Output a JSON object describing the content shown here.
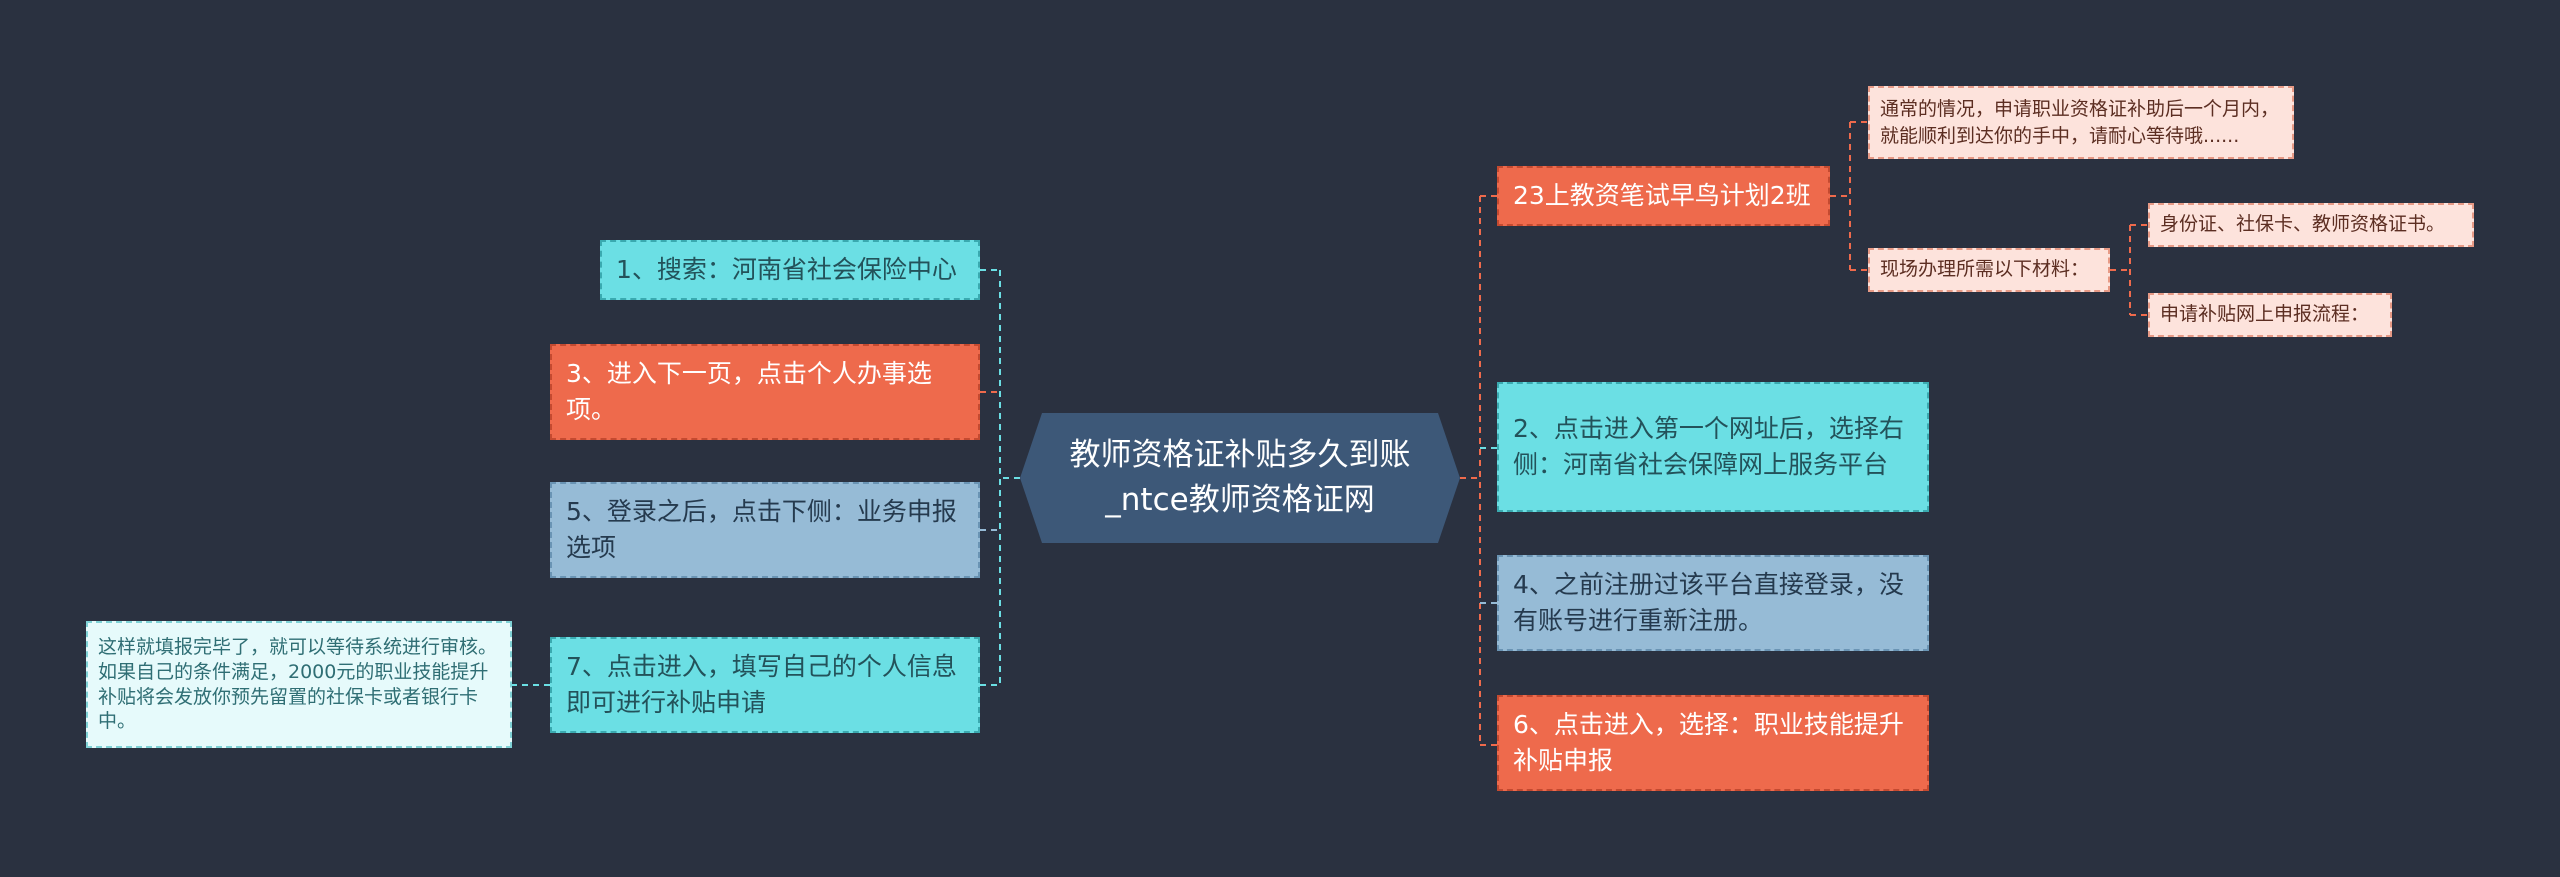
{
  "center": {
    "title": "教师资格证补贴多久到账_ntce教师资格证网"
  },
  "left": {
    "n1": "1、搜索：河南省社会保险中心",
    "n3": "3、进入下一页，点击个人办事选项。",
    "n5": "5、登录之后，点击下侧：业务申报选项",
    "n7": "7、点击进入，填写自己的个人信息即可进行补贴申请",
    "n7_note": "这样就填报完毕了，就可以等待系统进行审核。如果自己的条件满足，2000元的职业技能提升补贴将会发放你预先留置的社保卡或者银行卡中。"
  },
  "right": {
    "r0": "23上教资笔试早鸟计划2班",
    "r0_note1": "通常的情况，申请职业资格证补助后一个月内，就能顺利到达你的手中，请耐心等待哦......",
    "r0_note2": "现场办理所需以下材料：",
    "r0_sub1": "身份证、社保卡、教师资格证书。",
    "r0_sub2": "申请补贴网上申报流程：",
    "n2": "2、点击进入第一个网址后，选择右侧：河南省社会保障网上服务平台",
    "n4": "4、之前注册过该平台直接登录，没有账号进行重新注册。",
    "n6": "6、点击进入，选择：职业技能提升补贴申报"
  },
  "colors": {
    "background": "#2a3140",
    "center": "#3d5878",
    "cyan": "#6bdfe4",
    "orange": "#ee6a4c",
    "blue": "#96bbd6"
  }
}
